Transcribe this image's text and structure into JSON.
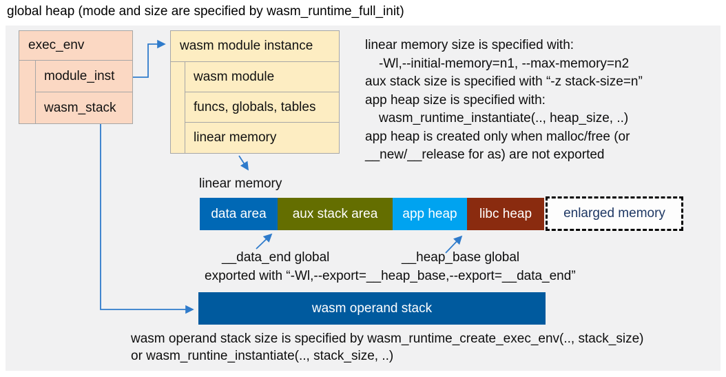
{
  "title": "global heap (mode and size are specified by wasm_runtime_full_init)",
  "exec_env": {
    "title": "exec_env",
    "fields": [
      "module_inst",
      "wasm_stack"
    ]
  },
  "module_instance": {
    "title": "wasm module instance",
    "fields": [
      "wasm module",
      "funcs, globals, tables",
      "linear memory"
    ]
  },
  "notes_right": {
    "lines": [
      "linear memory size is specified with:",
      "-Wl,--initial-memory=n1, --max-memory=n2",
      "aux stack size is specified with “-z stack-size=n”",
      "app heap size is specified with:",
      "wasm_runtime_instantiate(.., heap_size, ..)",
      "app heap is created only when malloc/free (or",
      "__new/__release for as) are not exported"
    ]
  },
  "linear_memory": {
    "label": "linear memory",
    "segments": [
      {
        "label": "data area",
        "color": "#0068b5"
      },
      {
        "label": "aux stack area",
        "color": "#646e00"
      },
      {
        "label": "app heap",
        "color": "#00a3f0"
      },
      {
        "label": "libc heap",
        "color": "#8a2b0f"
      }
    ],
    "enlarged": {
      "label": "enlarged memory",
      "text_color": "#1f3864"
    }
  },
  "globals": {
    "data_end": "__data_end global",
    "heap_base": "__heap_base global",
    "exported": "exported with “-Wl,--export=__heap_base,--export=__data_end”"
  },
  "operand_stack": {
    "label": "wasm operand stack",
    "color": "#005a9e"
  },
  "notes_bottom": {
    "lines": [
      "wasm operand stack size is specified by wasm_runtime_create_exec_env(.., stack_size)",
      "or wasm_runtine_instantiate(.., stack_size, ..)"
    ]
  },
  "colors": {
    "panel": "#f1f1f2",
    "box_peach": "#fbd8c3",
    "box_cream": "#fdedc2",
    "border_gray": "#a6a6a6",
    "arrow_blue": "#2f7bcb"
  }
}
